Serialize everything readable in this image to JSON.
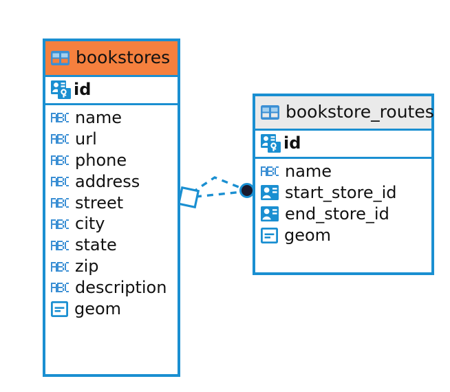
{
  "diagram": {
    "type": "entity-relationship-diagram",
    "background_color": "#ffffff",
    "accent_color": "#1a8fd1",
    "highlight_color": "#f5803e",
    "entities": [
      {
        "name": "bookstores",
        "header_icon": "table-icon",
        "header_background": "#f5803e",
        "highlighted": true,
        "primary_keys": [
          {
            "label": "id",
            "icon": "primary-key-icon"
          }
        ],
        "columns": [
          {
            "label": "name",
            "icon": "abc-text-icon"
          },
          {
            "label": "url",
            "icon": "abc-text-icon"
          },
          {
            "label": "phone",
            "icon": "abc-text-icon"
          },
          {
            "label": "address",
            "icon": "abc-text-icon"
          },
          {
            "label": "street",
            "icon": "abc-text-icon"
          },
          {
            "label": "city",
            "icon": "abc-text-icon"
          },
          {
            "label": "state",
            "icon": "abc-text-icon"
          },
          {
            "label": "zip",
            "icon": "abc-text-icon"
          },
          {
            "label": "description",
            "icon": "abc-text-icon"
          },
          {
            "label": "geom",
            "icon": "geometry-icon"
          }
        ]
      },
      {
        "name": "bookstore_routes",
        "header_icon": "table-icon",
        "header_background": "#eaeaea",
        "highlighted": false,
        "primary_keys": [
          {
            "label": "id",
            "icon": "primary-key-icon"
          }
        ],
        "columns": [
          {
            "label": "name",
            "icon": "abc-text-icon"
          },
          {
            "label": "start_store_id",
            "icon": "foreign-key-icon"
          },
          {
            "label": "end_store_id",
            "icon": "foreign-key-icon"
          },
          {
            "label": "geom",
            "icon": "geometry-icon"
          }
        ]
      }
    ],
    "relationship": {
      "style": "dashed",
      "color": "#1a8fd1",
      "source_endpoint": "rhombus-marker",
      "target_endpoint": "filled-circle-marker"
    }
  }
}
